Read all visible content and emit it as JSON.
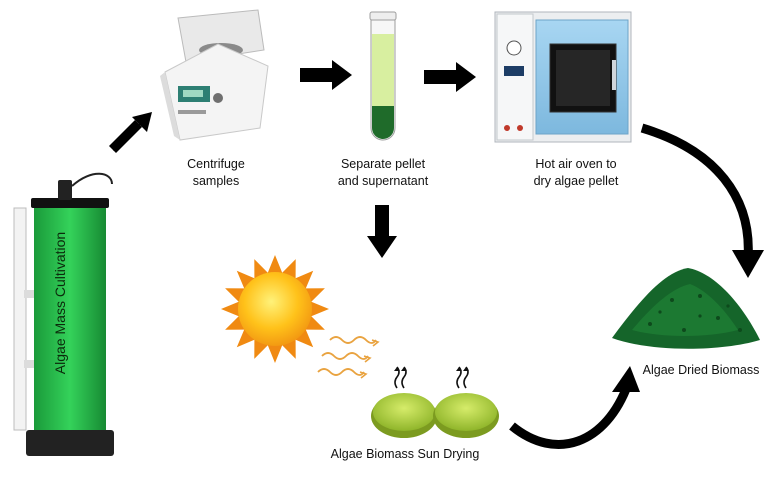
{
  "labels": {
    "centrifuge": "Centrifuge\nsamples",
    "separate": "Separate pellet\nand supernatant",
    "oven": "Hot air oven to\ndry algae pellet",
    "cultivation": "Algae Mass Cultivation",
    "sun_drying": "Algae Biomass Sun Drying",
    "dried_biomass": "Algae Dried Biomass"
  },
  "colors": {
    "algae_green": "#27b84a",
    "dark_green": "#1f6b2a",
    "supernatant": "#d8efa0",
    "oven_blue": "#8fc6e8",
    "sun_yellow": "#ffc21a",
    "sun_orange": "#f08a12",
    "dish_green": "#b5d63b",
    "arrow": "#000000"
  },
  "icons": {
    "cultivation": "photobioreactor-icon",
    "centrifuge": "centrifuge-icon",
    "tube": "test-tube-icon",
    "oven": "hot-air-oven-icon",
    "sun": "sun-icon",
    "dishes": "petri-dish-icon",
    "powder": "biomass-powder-icon"
  }
}
